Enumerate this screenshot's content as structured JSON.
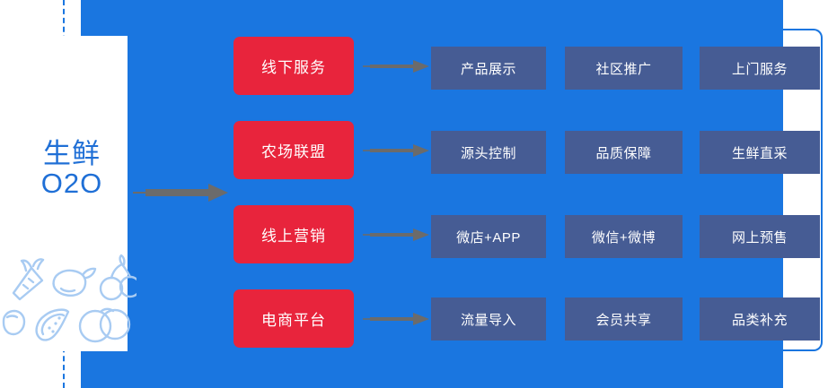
{
  "brand": {
    "line1": "生鲜",
    "line2": "O2O"
  },
  "colors": {
    "background_blue": "#1a76e0",
    "card_red": "#e8243c",
    "box_slate": "#465c94",
    "arrow_gray": "#6b6b6b",
    "brand_blue": "#1f6fd6",
    "icon_blue": "#a8cbf2"
  },
  "produce_icons": [
    "carrot-icon",
    "eggplant-icon",
    "cherries-icon",
    "tomato-icon",
    "watermelon-slice-icon",
    "peach-icon"
  ],
  "rows": [
    {
      "category": "线下服务",
      "items": [
        "产品展示",
        "社区推广",
        "上门服务"
      ]
    },
    {
      "category": "农场联盟",
      "items": [
        "源头控制",
        "品质保障",
        "生鲜直采"
      ]
    },
    {
      "category": "线上营销",
      "items": [
        "微店+APP",
        "微信+微博",
        "网上预售"
      ]
    },
    {
      "category": "电商平台",
      "items": [
        "流量导入",
        "会员共享",
        "品类补充"
      ]
    }
  ]
}
